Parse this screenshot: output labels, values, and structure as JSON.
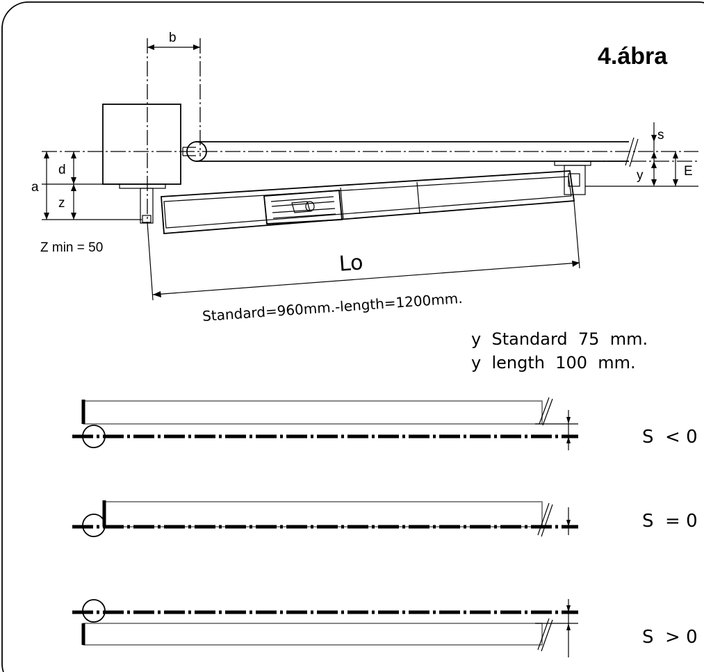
{
  "figure": {
    "title": "4.ábra",
    "labels": {
      "b": "b",
      "s": "s",
      "d": "d",
      "a": "a",
      "z": "z",
      "y": "y",
      "E": "E",
      "z_min": "Z min = 50",
      "lo": "Lo",
      "lo_spec": "Standard=960mm.-length=1200mm."
    },
    "notes": {
      "y_standard": "y  Standard  75  mm.",
      "y_length": "y  length  100  mm."
    },
    "cases": [
      {
        "label": "S  < 0"
      },
      {
        "label": "S  = 0"
      },
      {
        "label": "S  > 0"
      }
    ]
  }
}
